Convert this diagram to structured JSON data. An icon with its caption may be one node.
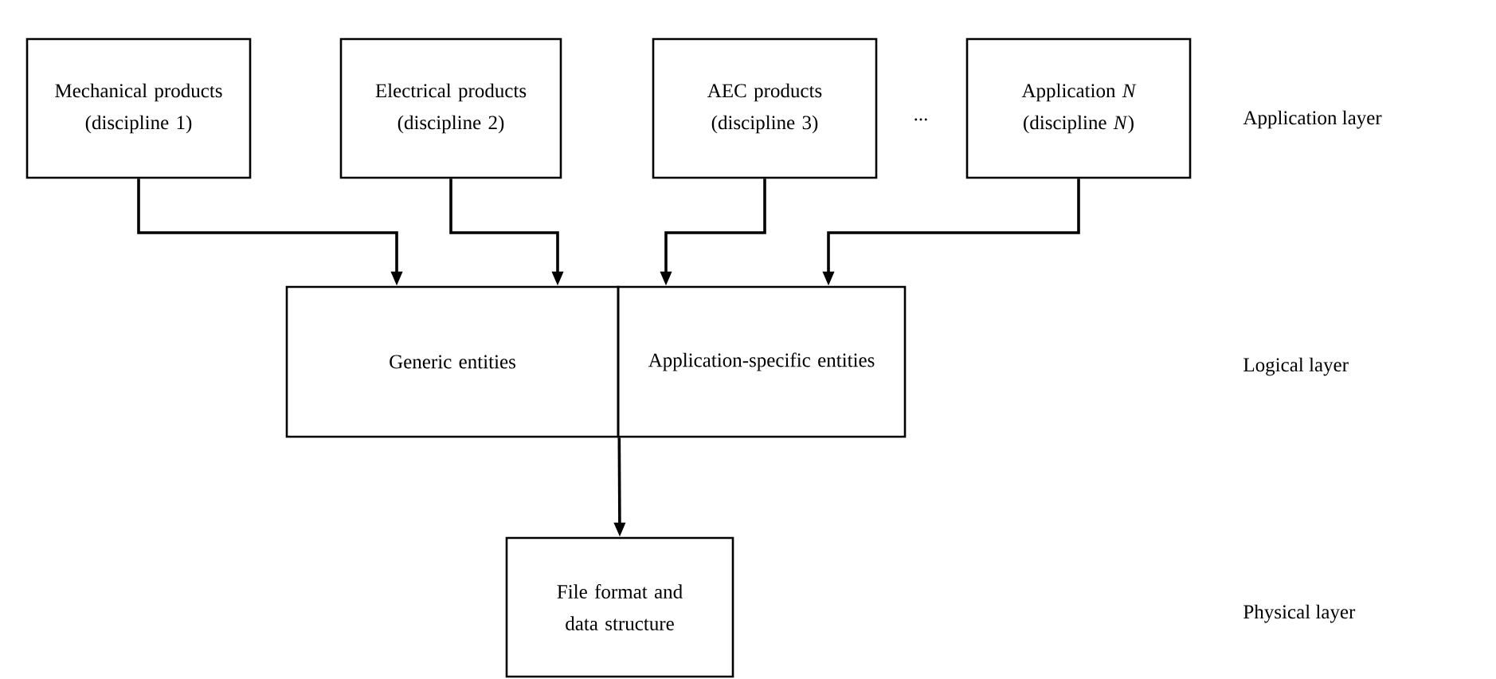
{
  "diagram": {
    "nodes": [
      {
        "text": [
          "Mechanical products (discipline 1)"
        ]
      },
      {
        "text": [
          "Electrical products (discipline 2)"
        ]
      },
      {
        "text": [
          "AEC products (discipline 3)"
        ]
      },
      {
        "text": [
          "Application *N* (discipline *N*)"
        ]
      },
      {
        "text": [
          "Generic entities"
        ]
      },
      {
        "text": [
          "Application-specific entities"
        ]
      },
      {
        "text": [
          "File format and data structure"
        ]
      }
    ],
    "edges": [
      {
        "from": 0,
        "to": 4,
        "arrow": "to"
      },
      {
        "from": 1,
        "to": 4,
        "arrow": "to"
      },
      {
        "from": 2,
        "to": 5,
        "arrow": "to"
      },
      {
        "from": 3,
        "to": 5,
        "arrow": "to"
      },
      {
        "from": 4,
        "to": 6,
        "arrow": "to"
      }
    ],
    "labels": [
      "...",
      "Application layer",
      "Logical layer",
      "Physical layer"
    ]
  }
}
